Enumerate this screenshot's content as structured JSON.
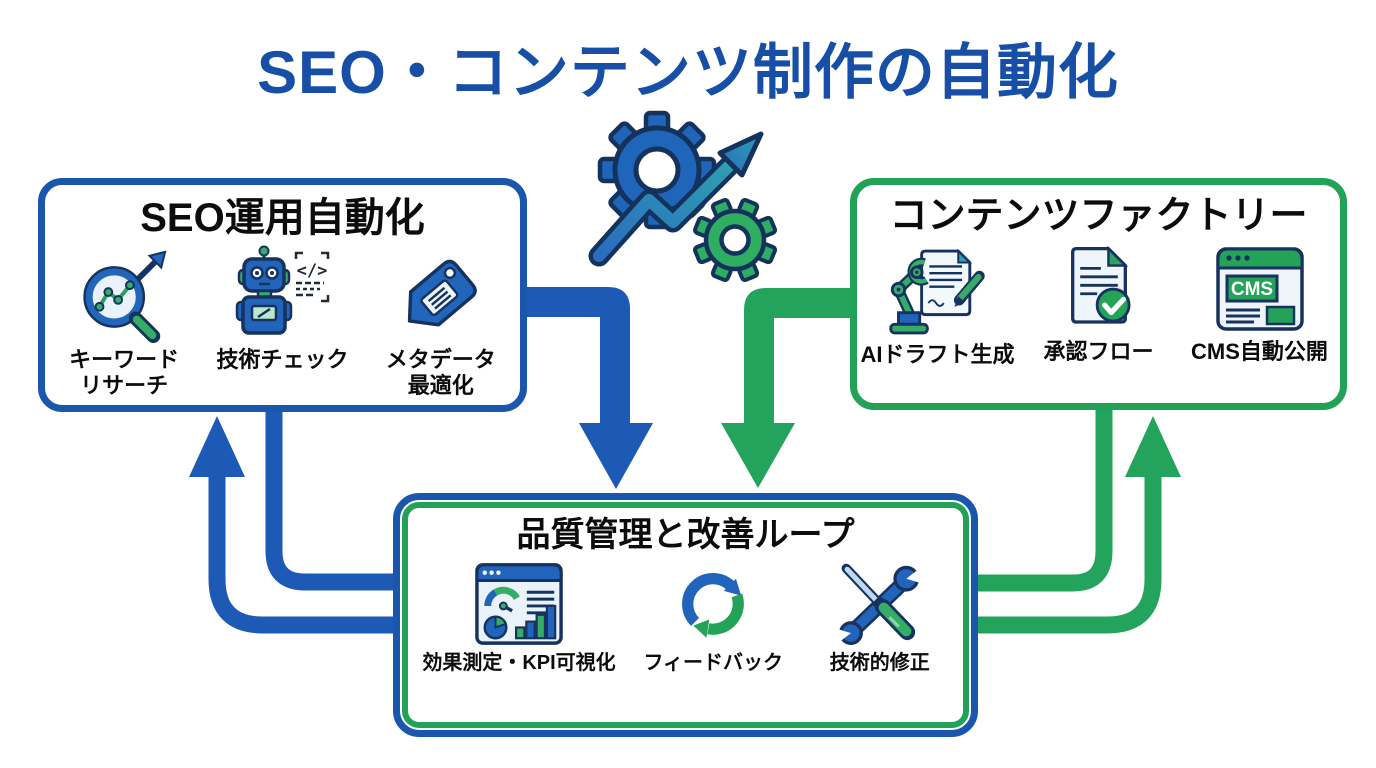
{
  "page_title": "SEO・コンテンツ制作の自動化",
  "colors": {
    "blue": "#1a56ac",
    "green": "#21a257",
    "title_blue": "#164fa5",
    "icon_outline": "#16325e"
  },
  "center_icon": "gears-growth-arrow",
  "cms_badge": "CMS",
  "boxes": {
    "seo_ops": {
      "title": "SEO運用自動化",
      "items": [
        {
          "icon": "keyword-research-icon",
          "label": [
            "キーワード",
            "リサーチ"
          ]
        },
        {
          "icon": "tech-check-robot-icon",
          "label": [
            "技術チェック"
          ]
        },
        {
          "icon": "metadata-tag-icon",
          "label": [
            "メタデータ",
            "最適化"
          ]
        }
      ]
    },
    "content_factory": {
      "title": "コンテンツファクトリー",
      "items": [
        {
          "icon": "ai-draft-icon",
          "label": [
            "AIドラフト生成"
          ]
        },
        {
          "icon": "approval-flow-icon",
          "label": [
            "承認フロー"
          ]
        },
        {
          "icon": "cms-publish-icon",
          "label": [
            "CMS自動公開"
          ]
        }
      ]
    },
    "quality_loop": {
      "title": "品質管理と改善ループ",
      "items": [
        {
          "icon": "kpi-dashboard-icon",
          "label": [
            "効果測定・KPI可視化"
          ]
        },
        {
          "icon": "feedback-cycle-icon",
          "label": [
            "フィードバック"
          ]
        },
        {
          "icon": "technical-fix-icon",
          "label": [
            "技術的修正"
          ]
        }
      ]
    }
  }
}
